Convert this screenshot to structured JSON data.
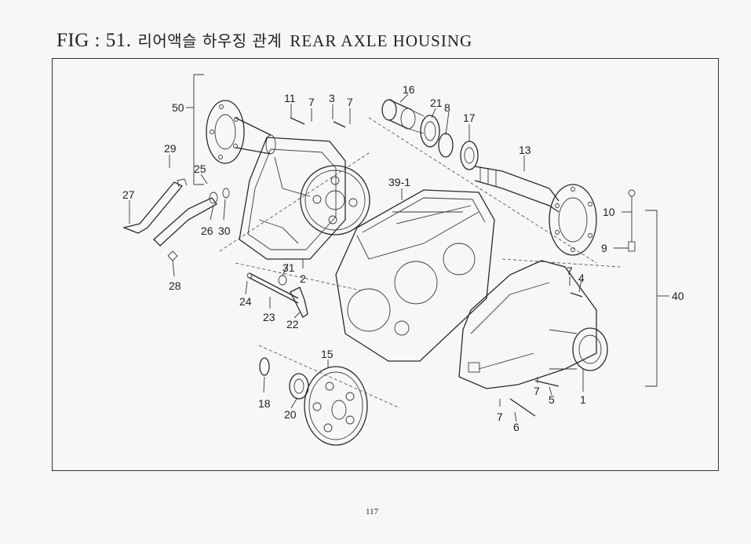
{
  "title": {
    "prefix": "FIG : 51.",
    "korean": "리어액슬 하우징 관계",
    "english": "REAR AXLE HOUSING"
  },
  "page_number": "117",
  "callouts": [
    "50",
    "29",
    "25",
    "27",
    "26",
    "30",
    "28",
    "11",
    "7",
    "3",
    "7",
    "31",
    "2",
    "24",
    "23",
    "22",
    "16",
    "21",
    "8",
    "17",
    "13",
    "39-1",
    "15",
    "18",
    "20",
    "10",
    "9",
    "40",
    "7",
    "4",
    "1",
    "7",
    "5",
    "7",
    "6"
  ]
}
